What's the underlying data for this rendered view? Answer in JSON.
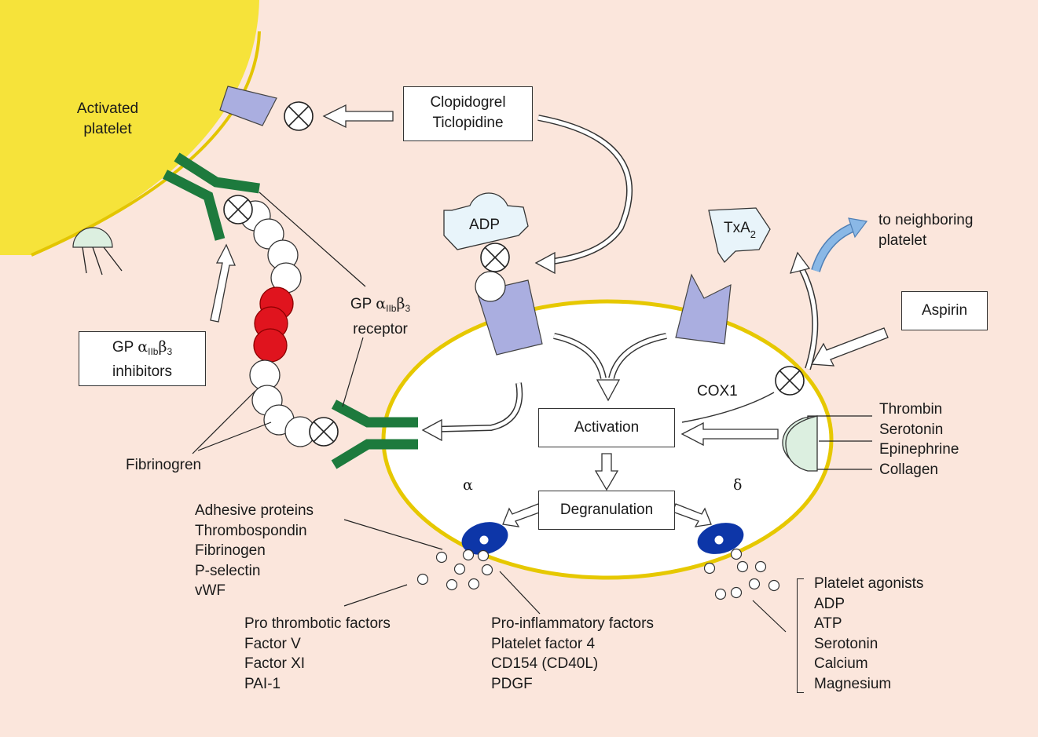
{
  "labels": {
    "activated_platelet": [
      "Activated",
      "platelet"
    ],
    "clopidogrel": [
      "Clopidogrel",
      "Ticlopidine"
    ],
    "adp": "ADP",
    "txa2_main": "TxA",
    "txa2_sub": "2",
    "to_neighboring": [
      "to neighboring",
      "platelet"
    ],
    "aspirin": "Aspirin",
    "cox1": "COX1",
    "gp_prefix": "GP ",
    "gp_alpha": "α",
    "gp_alpha_sub": "IIb",
    "gp_beta": "β",
    "gp_beta_sub": "3",
    "receptor": "receptor",
    "inhibitors": "inhibitors",
    "fibrinogen_label": "Fibrinogren",
    "activation": "Activation",
    "degranulation": "Degranulation",
    "alpha_granule": "α",
    "delta_granule": "δ",
    "agonists": [
      "Thrombin",
      "Serotonin",
      "Epinephrine",
      "Collagen"
    ],
    "adhesive": [
      "Adhesive proteins",
      "Thrombospondin",
      "Fibrinogen",
      "P-selectin",
      "vWF"
    ],
    "prothrombotic": [
      "Pro thrombotic factors",
      "Factor V",
      "Factor XI",
      "PAI-1"
    ],
    "proinflammatory": [
      "Pro-inflammatory factors",
      "Platelet factor 4",
      "CD154 (CD40L)",
      "PDGF"
    ],
    "platelet_agonists": [
      "Platelet agonists",
      "ADP",
      "ATP",
      "Serotonin",
      "Calcium",
      "Magnesium"
    ]
  },
  "colors": {
    "background": "#fbe6dc",
    "activated_platelet": "#f6e33a",
    "membrane": "#e6c800",
    "receptor_purple": "#aaaee0",
    "gp_receptor_green": "#1d7a3d",
    "fibrinogen_red": "#e0141e",
    "granule_blue": "#0d36a8",
    "agonist_receptor": "#dcefe0",
    "neighbor_arrow": "#8ab8e6"
  }
}
